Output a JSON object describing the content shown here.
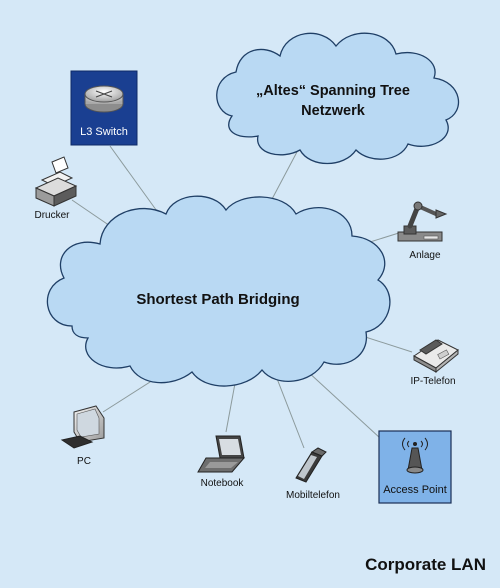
{
  "diagram": {
    "title": "Corporate LAN",
    "central_cloud": "Shortest Path Bridging",
    "top_cloud_line1": "„Altes“ Spanning Tree",
    "top_cloud_line2": "Netzwerk",
    "devices": {
      "l3_switch": "L3 Switch",
      "drucker": "Drucker",
      "anlage": "Anlage",
      "ip_telefon": "IP-Telefon",
      "pc": "PC",
      "notebook": "Notebook",
      "mobiltelefon": "Mobiltelefon",
      "access_point": "Access Point"
    }
  },
  "colors": {
    "background": "#d5e8f7",
    "cloud_fill": "#b9d9f3",
    "cloud_stroke": "#1f3f66",
    "l3_switch_box": "#1a3f91",
    "access_point_box": "#7fb2e8",
    "connector": "#8c9a9c"
  }
}
